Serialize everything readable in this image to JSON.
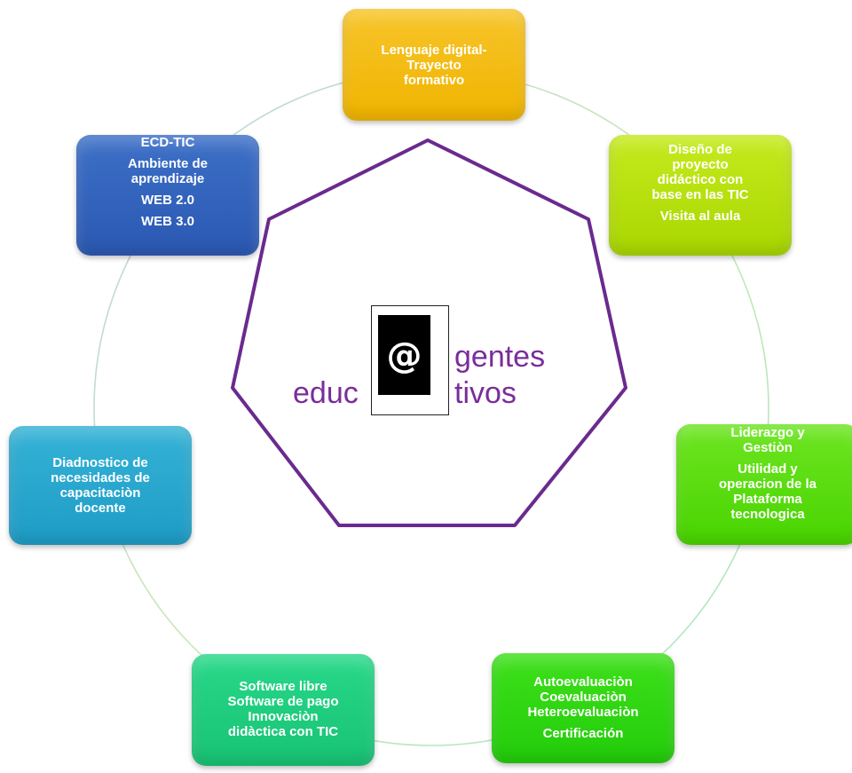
{
  "diagram": {
    "hub": {
      "word_left": "educ",
      "logo_icon": "at-sign-icon",
      "logo_symbol": "@",
      "word_right_top": "gentes",
      "word_right_bottom": "tivos",
      "color": "#7a2d9a"
    },
    "nodes": [
      {
        "lines": [
          "Lenguaje digital-",
          "Trayecto",
          "formativo"
        ],
        "color": "#f4bd14"
      },
      {
        "lines": [
          "Diseño de",
          "proyecto",
          "didáctico con",
          "base en las TIC"
        ],
        "extra": "Visita al aula",
        "color": "#b8e00e"
      },
      {
        "lines": [
          "Liderazgo y",
          "Gestiòn"
        ],
        "extra_lines": [
          "Utilidad y",
          "operacion de la",
          "Plataforma",
          "tecnologica"
        ],
        "color": "#5cdc12"
      },
      {
        "lines": [
          "Autoevaluaciòn",
          "Coevaluaciòn",
          "Heteroevaluaciòn"
        ],
        "extra": "Certificación",
        "color": "#2ed512"
      },
      {
        "lines": [
          "Software libre",
          "Software de pago",
          "Innovaciòn",
          "didàctica con TIC"
        ],
        "color": "#20cd80"
      },
      {
        "lines": [
          "Diadnostico de",
          "necesidades de",
          "capacitaciòn",
          "docente"
        ],
        "color": "#28a8ce"
      },
      {
        "lines": [
          "ECD-TIC"
        ],
        "items": [
          "Ambiente de aprendizaje",
          "WEB 2.0",
          "WEB 3.0"
        ],
        "color": "#3364bd"
      }
    ]
  }
}
